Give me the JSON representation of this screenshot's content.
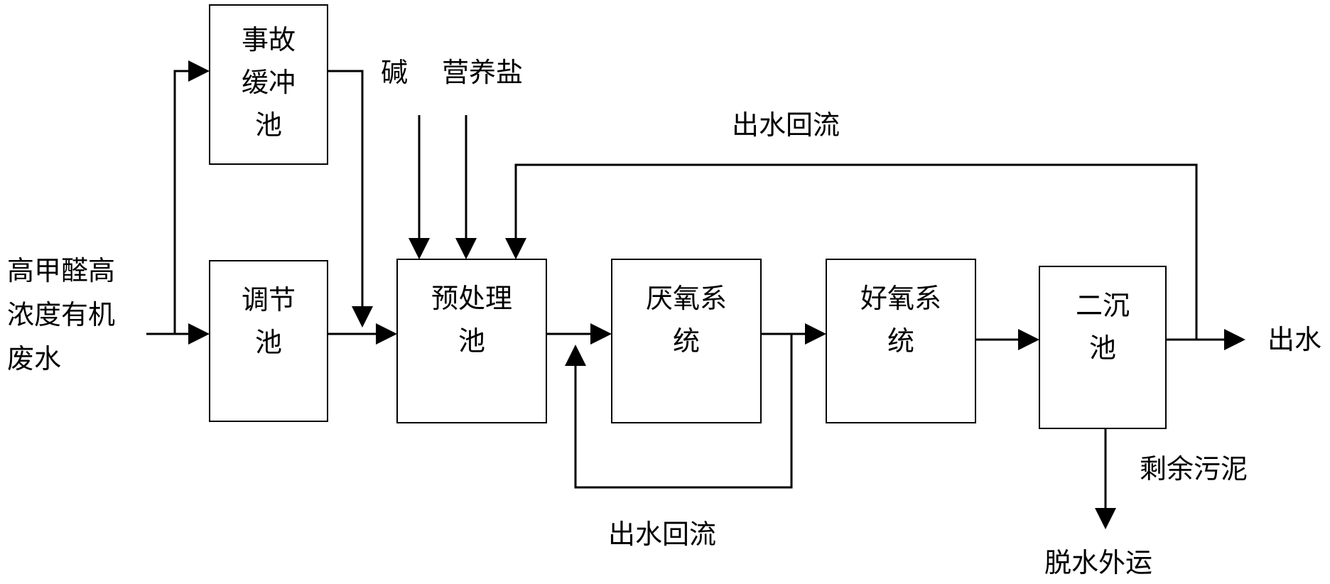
{
  "source": {
    "lines": [
      "高甲醛高",
      "浓度有机",
      "废水"
    ]
  },
  "boxes": {
    "accident": {
      "lines": [
        "事故",
        "缓冲",
        "池"
      ]
    },
    "adjust": {
      "lines": [
        "调节",
        "池"
      ]
    },
    "pretreat": {
      "lines": [
        "预处理",
        "池"
      ]
    },
    "anaerobic": {
      "lines": [
        "厌氧系",
        "统"
      ]
    },
    "aerobic": {
      "lines": [
        "好氧系",
        "统"
      ]
    },
    "settler": {
      "lines": [
        "二沉",
        "池"
      ]
    }
  },
  "labels": {
    "alkali": "碱",
    "nutrient": "营养盐",
    "top_recycle": "出水回流",
    "bottom_recycle": "出水回流",
    "effluent": "出水",
    "excess_sludge": "剩余污泥",
    "dewatering": "脱水外运"
  }
}
